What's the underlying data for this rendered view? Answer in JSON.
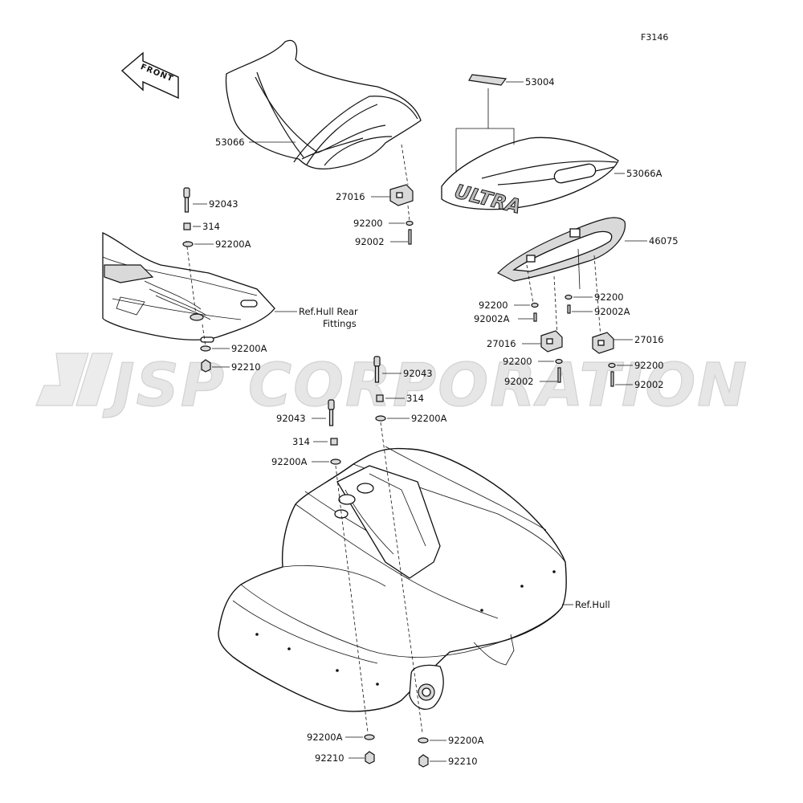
{
  "figure_code": "F3146",
  "front_arrow": {
    "text": "FRONT",
    "icon": "front-arrow-icon"
  },
  "watermark": {
    "text": "JSP CORPORATION"
  },
  "reference_labels": {
    "hull": "Ref.Hull",
    "hull_rear_line1": "Ref.Hull Rear",
    "hull_rear_line2": "Fittings"
  },
  "callouts": [
    "53066",
    "53004",
    "53066A",
    "46075",
    "27016",
    "92200",
    "92002",
    "92200",
    "92002A",
    "92200",
    "92002A",
    "27016",
    "92200",
    "92002",
    "27016",
    "92200",
    "92002",
    "92043",
    "314",
    "92200A",
    "92200A",
    "92210",
    "92043",
    "314",
    "92200A",
    "92043",
    "314",
    "92200A",
    "92200A",
    "92210",
    "92200A",
    "92210"
  ]
}
